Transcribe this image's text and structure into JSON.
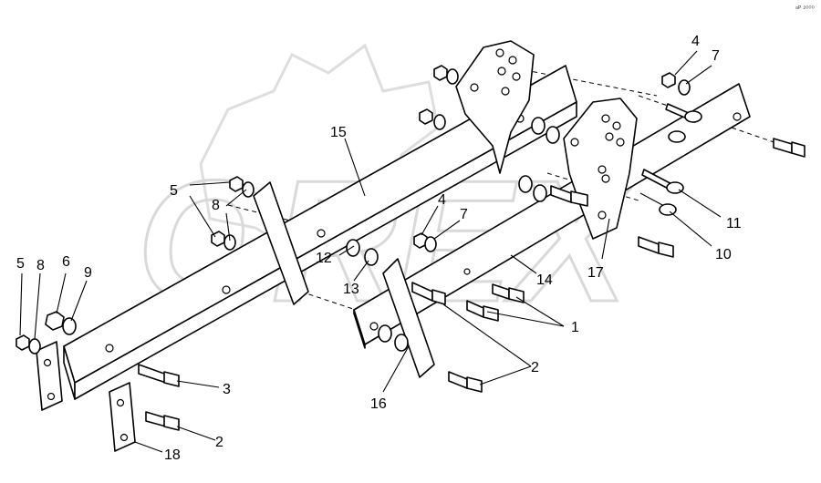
{
  "watermark": "OREX",
  "corner_code": "ᵃᴾ ²⁰⁰⁰",
  "callouts": {
    "c1": "1",
    "c2a": "2",
    "c2b": "2",
    "c3": "3",
    "c4a": "4",
    "c4b": "4",
    "c5a": "5",
    "c5b": "5",
    "c6": "6",
    "c7a": "7",
    "c7b": "7",
    "c8a": "8",
    "c8b": "8",
    "c9": "9",
    "c10": "10",
    "c11": "11",
    "c12": "12",
    "c13": "13",
    "c14": "14",
    "c15": "15",
    "c16": "16",
    "c17": "17",
    "c18": "18"
  }
}
